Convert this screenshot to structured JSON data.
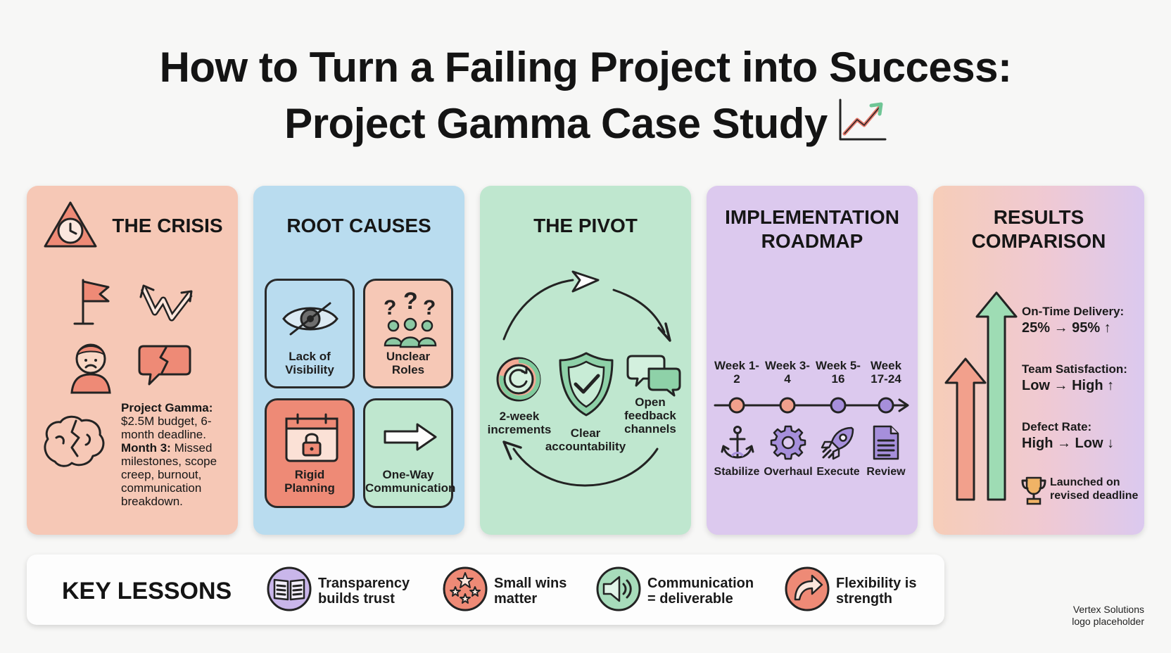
{
  "title": {
    "line1": "How to Turn a Failing Project into Success:",
    "line2": "Project Gamma Case Study"
  },
  "colors": {
    "crisis": "#f6c8b6",
    "root_causes": "#b9dcef",
    "pivot": "#bfe7cf",
    "implementation": "#dcc9ee",
    "accent_salmon": "#ef8a76",
    "accent_green": "#8fd3a8",
    "accent_purple": "#a68fdb"
  },
  "crisis": {
    "title": "THE CRISIS",
    "icons": [
      "warning-clock-icon",
      "flag-icon",
      "zigzag-arrow-icon",
      "sad-person-icon",
      "broken-heart-speech-icon",
      "cracked-brain-icon"
    ],
    "lead": "Project Gamma:",
    "summary": "$2.5M budget, 6-month deadline.",
    "month_label": "Month 3:",
    "month_text": "Missed milestones, scope creep, burnout, communication breakdown."
  },
  "root_causes": {
    "title": "ROOT CAUSES",
    "items": [
      {
        "label": "Lack of Visibility",
        "icon": "crossed-eye-icon"
      },
      {
        "label": "Unclear Roles",
        "icon": "question-people-icon"
      },
      {
        "label": "Rigid Planning",
        "icon": "locked-calendar-icon"
      },
      {
        "label": "One-Way Communication",
        "icon": "right-arrow-icon"
      }
    ]
  },
  "pivot": {
    "title": "THE PIVOT",
    "items": [
      {
        "label": "2-week increments",
        "icon": "cycle-icon"
      },
      {
        "label": "Clear accountability",
        "icon": "shield-check-icon"
      },
      {
        "label": "Open feedback channels",
        "icon": "chat-bubbles-icon"
      }
    ]
  },
  "implementation": {
    "title_line1": "IMPLEMENTATION",
    "title_line2": "ROADMAP",
    "weeks": [
      {
        "label": "Week 1-2",
        "phase": "Stabilize",
        "icon": "anchor-icon"
      },
      {
        "label": "Week 3-4",
        "phase": "Overhaul",
        "icon": "gear-icon"
      },
      {
        "label": "Week 5-16",
        "phase": "Execute",
        "icon": "rocket-icon"
      },
      {
        "label": "Week 17-24",
        "phase": "Review",
        "icon": "document-icon"
      }
    ]
  },
  "results": {
    "title_line1": "RESULTS",
    "title_line2": "COMPARISON",
    "metrics": [
      {
        "label": "On-Time Delivery:",
        "value": "25% → 95% ↑"
      },
      {
        "label": "Team Satisfaction:",
        "value": "Low → High ↑"
      },
      {
        "label": "Defect Rate:",
        "value": "High → Low ↓"
      }
    ],
    "launch_text": "Launched on revised deadline",
    "launch_icon": "trophy-icon"
  },
  "lessons": {
    "title": "KEY LESSONS",
    "items": [
      {
        "text": "Transparency builds trust",
        "icon": "open-book-icon"
      },
      {
        "text": "Small wins matter",
        "icon": "stars-icon"
      },
      {
        "text": "Communication = deliverable",
        "icon": "speaker-icon"
      },
      {
        "text": "Flexibility is strength",
        "icon": "curved-arrow-icon"
      }
    ]
  },
  "footer": {
    "line1": "Vertex Solutions",
    "line2": "logo placeholder"
  }
}
